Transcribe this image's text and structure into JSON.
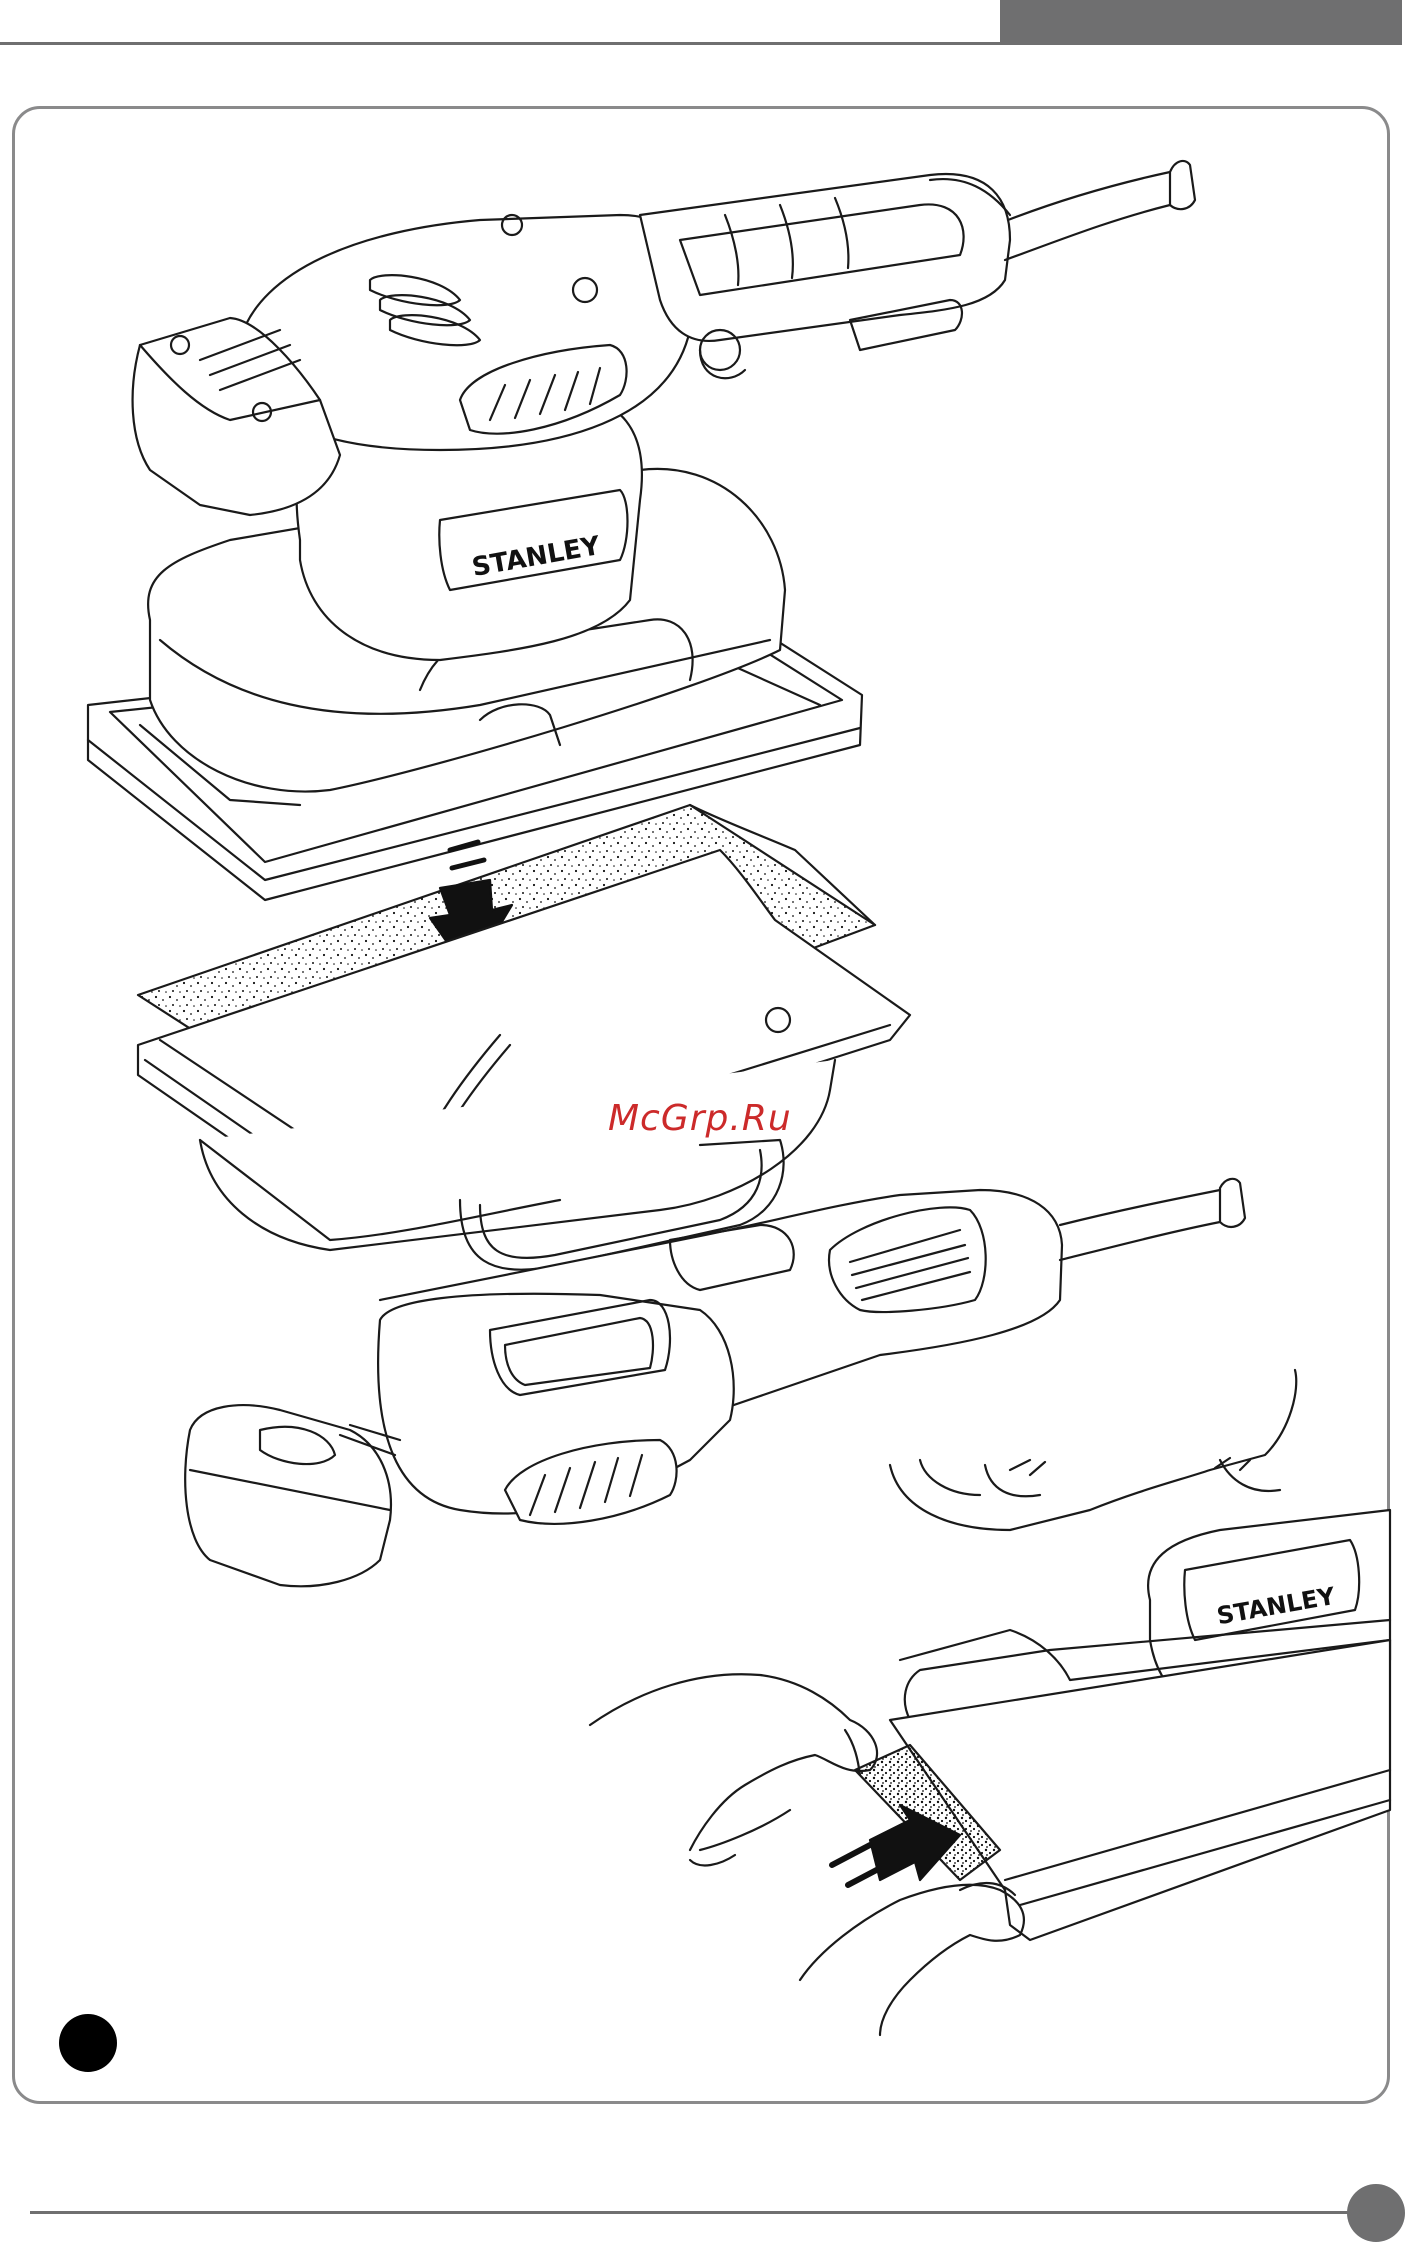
{
  "page": {
    "watermark": "McGrp.Ru"
  },
  "illustration": {
    "brand_label_top": "STANLEY",
    "brand_label_inset": "STANLEY"
  },
  "colors": {
    "rule_gray": "#6f6f70",
    "frame_gray": "#8a8a8b",
    "watermark_red": "#cc2a2a"
  }
}
